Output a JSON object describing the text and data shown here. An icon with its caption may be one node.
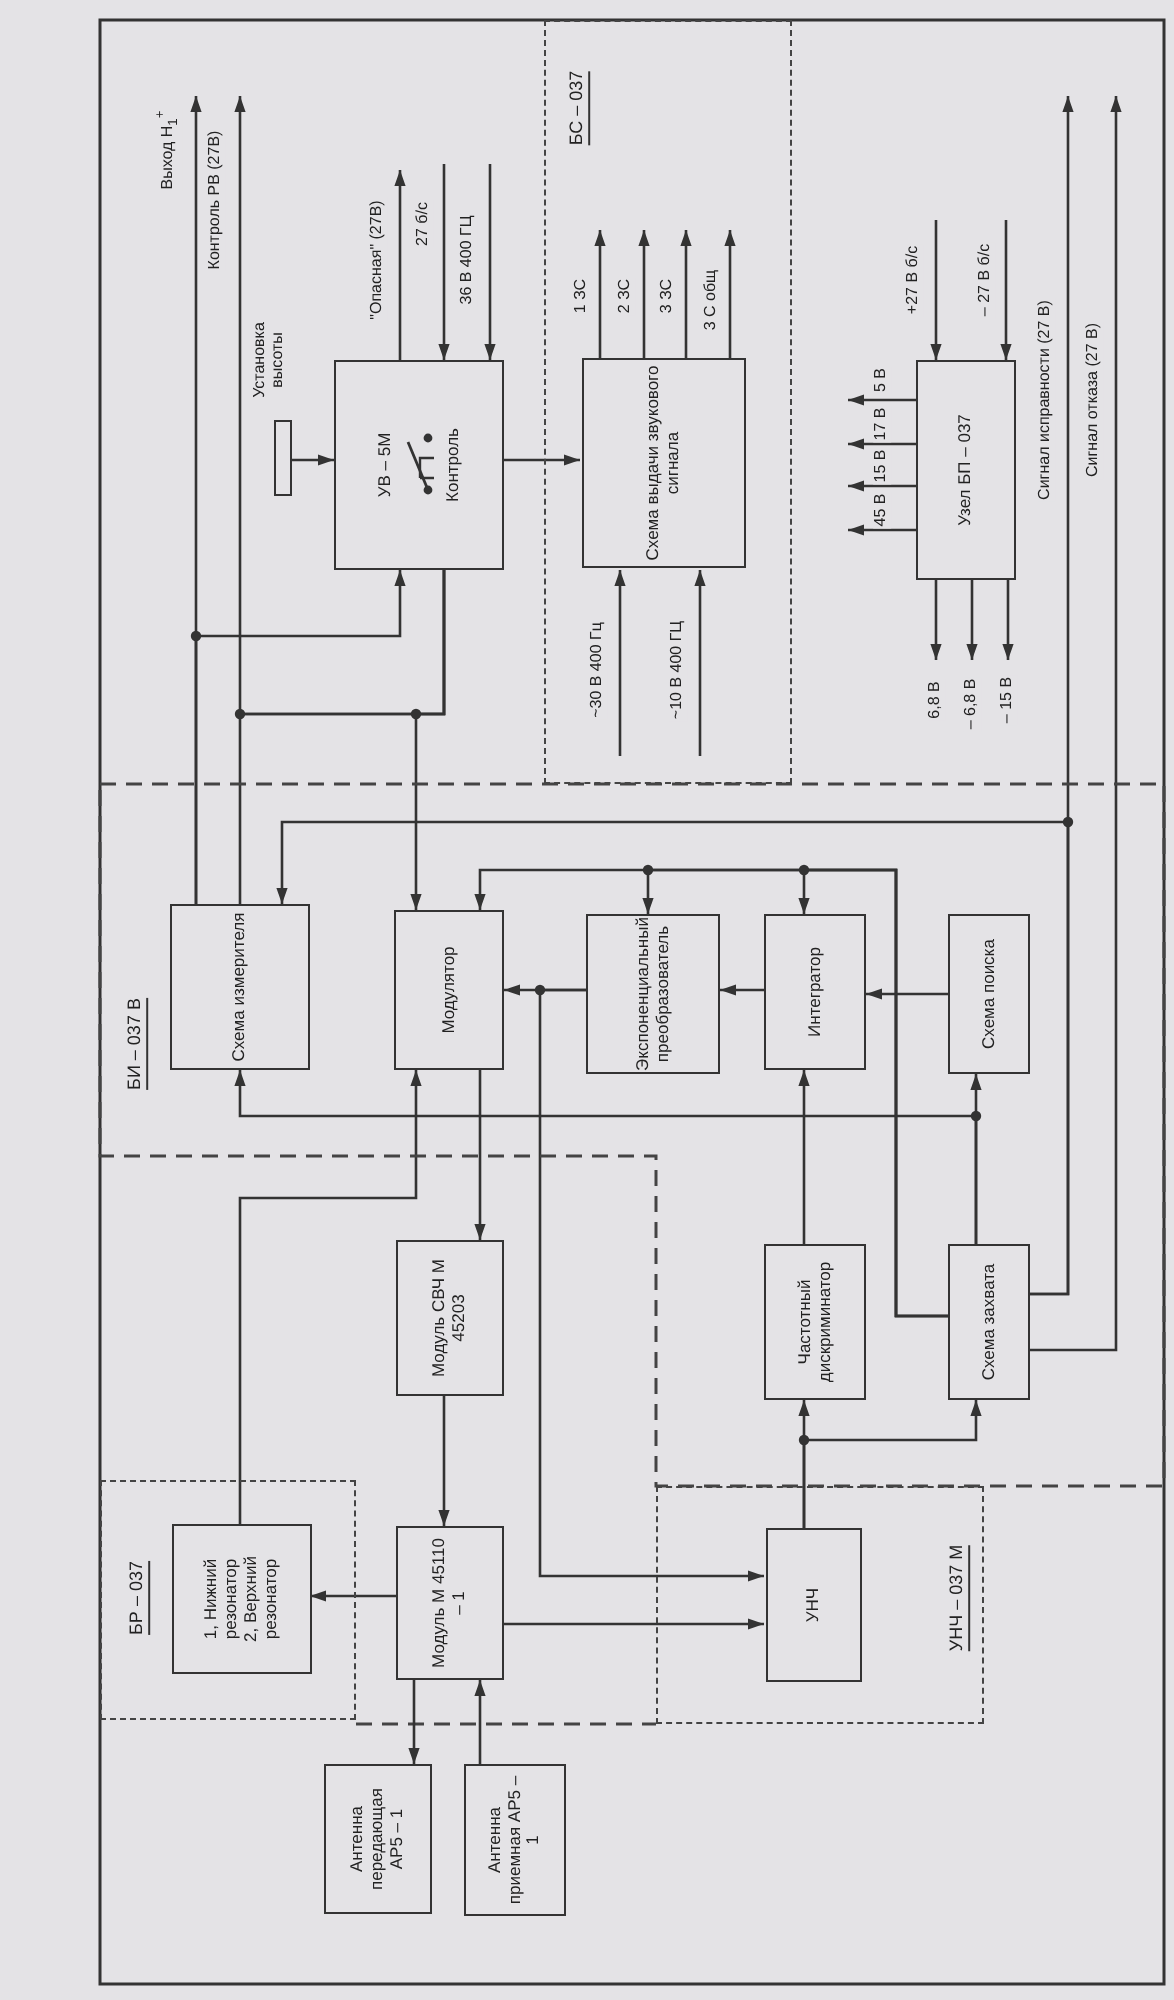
{
  "diagram": {
    "nodes": [
      {
        "text": [
          "БИ – 037 В"
        ]
      },
      {
        "text": [
          "Схема измерителя"
        ],
        "in": 0
      },
      {
        "text": [
          "Модулятор"
        ],
        "in": 0
      },
      {
        "text": [
          "Экспоненциальный преобразователь"
        ],
        "in": 0
      },
      {
        "text": [
          "Интегратор"
        ],
        "in": 0
      },
      {
        "text": [
          "Схема поиска"
        ],
        "in": 0
      },
      {
        "text": [
          "Частотный дискриминатор"
        ],
        "in": 0
      },
      {
        "text": [
          "Схема захвата"
        ],
        "in": 0
      },
      {
        "text": [
          "УВ – 5М",
          "Контроль"
        ]
      },
      {
        "text": [],
        "shape": "box",
        "beside": [
          "Установка высоты"
        ]
      },
      {
        "text": [
          "БС – 037"
        ]
      },
      {
        "text": [
          "Схема выдачи звукового сигнала"
        ],
        "in": 10
      },
      {
        "text": [
          "Узел БП – 037"
        ]
      },
      {
        "text": [
          "Модуль СВЧ М 45203"
        ]
      },
      {
        "text": [
          "БР – 037"
        ]
      },
      {
        "text": [
          "1, Нижний резонатор",
          "2, Верхний резонатор"
        ],
        "in": 14
      },
      {
        "text": [
          "Модуль М 45110 – 1"
        ]
      },
      {
        "text": [
          "УНЧ – 037 М"
        ]
      },
      {
        "text": [
          "УНЧ"
        ],
        "in": 17
      },
      {
        "text": [
          "Антенна передающая АР5 – 1"
        ]
      },
      {
        "text": [
          "Антенна приемная АР5 – 1"
        ]
      }
    ],
    "edges": [
      {
        "from": 1,
        "to": null,
        "arrow": "to",
        "label": "Выход Н$_{1}$$^{+}$"
      },
      {
        "from": 1,
        "to": 8,
        "arrow": "to"
      },
      {
        "from": 8,
        "to": null,
        "arrow": "to",
        "label": "\"Опасная\" (27В)"
      },
      {
        "from": null,
        "to": 8,
        "arrow": "to",
        "label": "27 б/с"
      },
      {
        "from": null,
        "to": 8,
        "arrow": "to",
        "label": "36 В 400 ГЦ"
      },
      {
        "from": 9,
        "to": 8,
        "arrow": "to"
      },
      {
        "from": 8,
        "to": 2,
        "arrow": "to"
      },
      {
        "from": 8,
        "to": null,
        "arrow": "to",
        "label": "Контроль РВ (27В)"
      },
      {
        "from": 8,
        "to": 1,
        "arrow": "none"
      },
      {
        "from": 8,
        "to": 11,
        "arrow": "to"
      },
      {
        "from": 11,
        "to": null,
        "arrow": "to",
        "label": "1 ЗС"
      },
      {
        "from": 11,
        "to": null,
        "arrow": "to",
        "label": "2 ЗС"
      },
      {
        "from": 11,
        "to": null,
        "arrow": "to",
        "label": "3 ЗС"
      },
      {
        "from": 11,
        "to": null,
        "arrow": "to",
        "label": "3 С общ"
      },
      {
        "from": null,
        "to": 11,
        "arrow": "to",
        "label": "~30 В 400 Гц"
      },
      {
        "from": null,
        "to": 11,
        "arrow": "to",
        "label": "~10 В 400 ГЦ"
      },
      {
        "from": null,
        "to": 12,
        "arrow": "to",
        "label": "+27 В б/с"
      },
      {
        "from": null,
        "to": 12,
        "arrow": "to",
        "label": "– 27 В б/с"
      },
      {
        "from": 12,
        "to": null,
        "arrow": "to",
        "label": "5 В"
      },
      {
        "from": 12,
        "to": null,
        "arrow": "to",
        "label": "17 В"
      },
      {
        "from": 12,
        "to": null,
        "arrow": "to",
        "label": "15 В"
      },
      {
        "from": 12,
        "to": null,
        "arrow": "to",
        "label": "45 В"
      },
      {
        "from": 12,
        "to": null,
        "arrow": "to",
        "label": "6,8 В"
      },
      {
        "from": 12,
        "to": null,
        "arrow": "to",
        "label": "– 6,8 В"
      },
      {
        "from": 12,
        "to": null,
        "arrow": "to",
        "label": "– 15 В"
      },
      {
        "from": 2,
        "to": 13,
        "arrow": "to"
      },
      {
        "from": 13,
        "to": 16,
        "arrow": "to"
      },
      {
        "from": 16,
        "to": 15,
        "arrow": "to"
      },
      {
        "from": 16,
        "to": 18,
        "arrow": "to"
      },
      {
        "from": 16,
        "to": 19,
        "arrow": "to"
      },
      {
        "from": 20,
        "to": 16,
        "arrow": "to"
      },
      {
        "from": 3,
        "to": 2,
        "arrow": "to"
      },
      {
        "from": 3,
        "to": 18,
        "arrow": "to"
      },
      {
        "from": 4,
        "to": 3,
        "arrow": "to"
      },
      {
        "from": 5,
        "to": 4,
        "arrow": "to"
      },
      {
        "from": 6,
        "to": 4,
        "arrow": "to"
      },
      {
        "from": 18,
        "to": 6,
        "arrow": "to"
      },
      {
        "from": 18,
        "to": 7,
        "arrow": "to"
      },
      {
        "from": 7,
        "to": 5,
        "arrow": "to"
      },
      {
        "from": 7,
        "to": 1,
        "arrow": "to"
      },
      {
        "from": 15,
        "to": 2,
        "arrow": "to"
      },
      {
        "from": 7,
        "to": 2,
        "arrow": "to"
      },
      {
        "from": 7,
        "to": 3,
        "arrow": "to"
      },
      {
        "from": 7,
        "to": 4,
        "arrow": "to"
      },
      {
        "from": 7,
        "to": null,
        "arrow": "to",
        "label": "Сигнал исправности (27 В)"
      },
      {
        "from": 7,
        "to": 1,
        "arrow": "to"
      },
      {
        "from": 7,
        "to": null,
        "arrow": "to",
        "label": "Сигнал отказа (27 В)"
      }
    ]
  }
}
